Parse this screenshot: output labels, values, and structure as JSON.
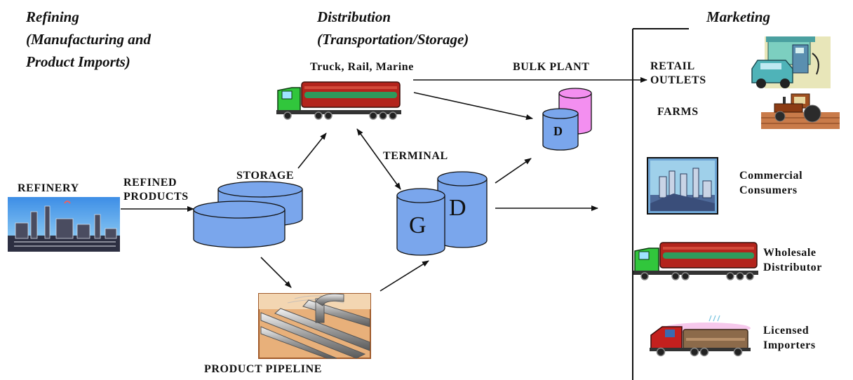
{
  "headers": {
    "refining": [
      "Refining",
      "(Manufacturing and",
      "Product Imports)"
    ],
    "distribution": [
      "Distribution",
      "(Transportation/Storage)"
    ],
    "marketing": "Marketing"
  },
  "labels": {
    "truck_rail_marine": "Truck, Rail, Marine",
    "bulk_plant": "BULK PLANT",
    "terminal": "TERMINAL",
    "storage": "STORAGE",
    "refinery": "REFINERY",
    "refined_products": [
      "REFINED",
      "PRODUCTS"
    ],
    "product_pipeline": "PRODUCT PIPELINE",
    "retail_outlets": [
      "RETAIL",
      "OUTLETS"
    ],
    "farms": "FARMS",
    "commercial_consumers": [
      "Commercial",
      "Consumers"
    ],
    "wholesale_distributor": [
      "Wholesale",
      "Distributor"
    ],
    "licensed_importers": [
      "Licensed",
      "Importers"
    ]
  },
  "tank_letters": {
    "gasoline": "G",
    "diesel": "D",
    "bulk_diesel": "D"
  },
  "icons": [
    "refinery-icon",
    "tanker-truck-icon",
    "storage-tanks-icon",
    "terminal-tanks-icon",
    "bulk-plant-tanks-icon",
    "pipeline-icon",
    "gas-station-icon",
    "tractor-icon",
    "factory-icon",
    "wholesale-truck-icon",
    "importer-truck-icon"
  ],
  "colors": {
    "tank_blue": "#7aa6ec",
    "tank_pink": "#f38ff0",
    "tanker_red": "#b3241c",
    "cab_green": "#31c63c",
    "line": "#111111"
  }
}
